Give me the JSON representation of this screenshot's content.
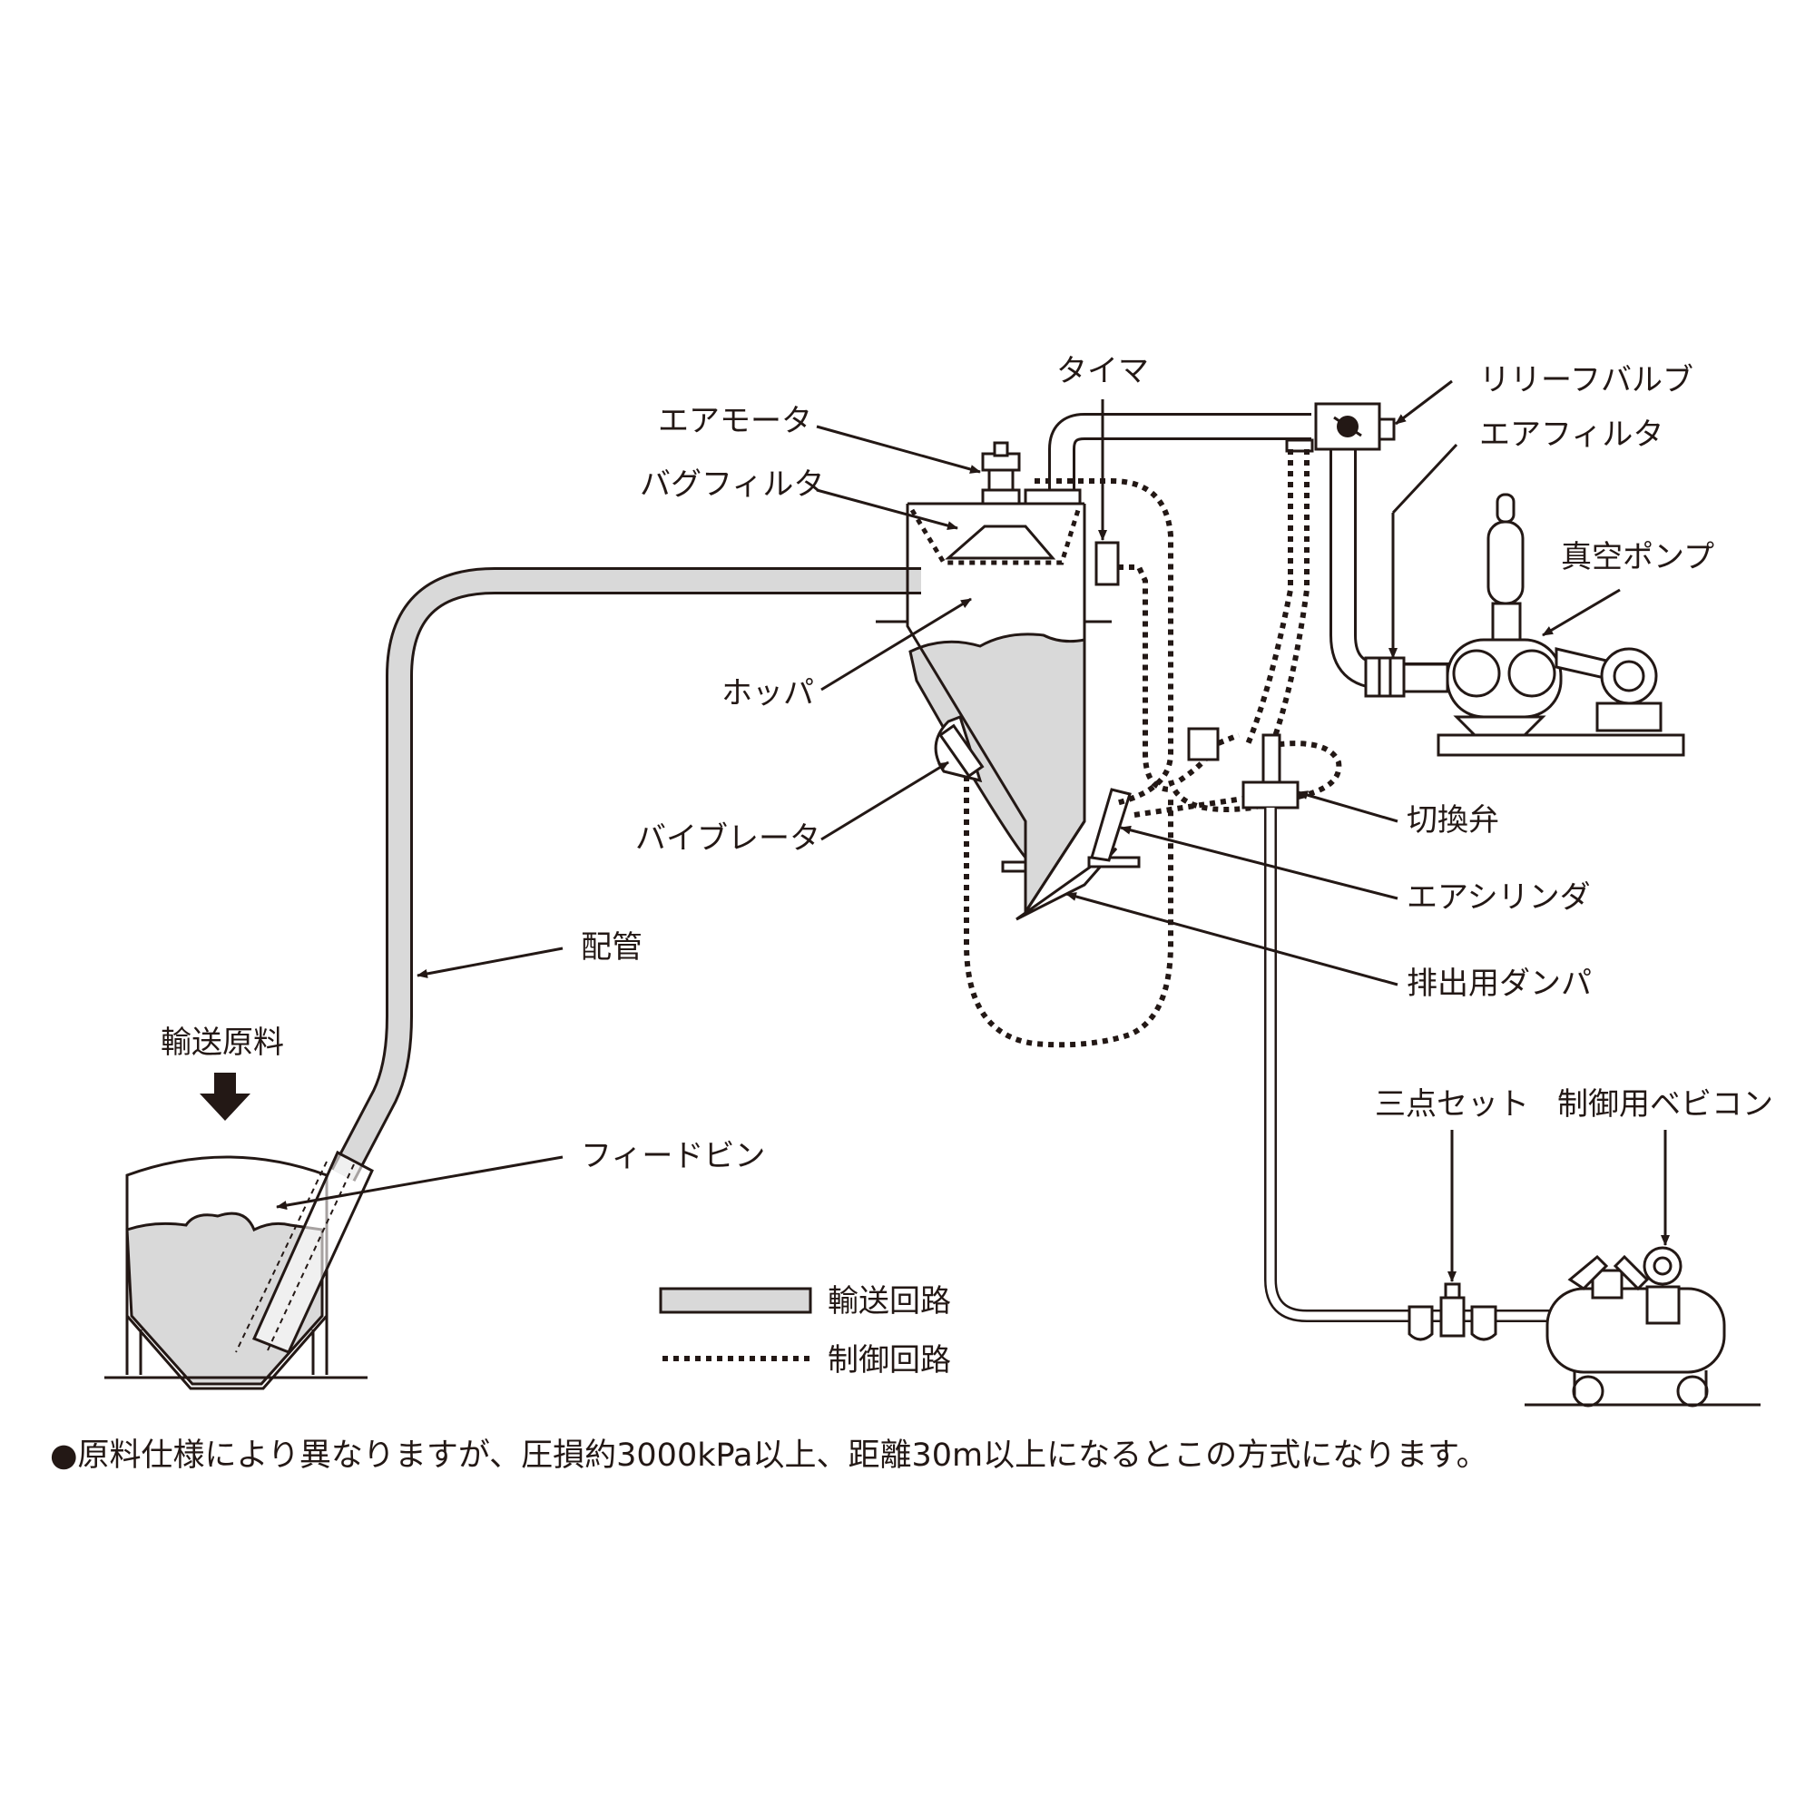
{
  "labels": {
    "timer": "タイマ",
    "relief_valve": "リリーフバルブ",
    "air_motor": "エアモータ",
    "air_filter": "エアフィルタ",
    "bag_filter": "バグフィルタ",
    "vacuum_pump": "真空ポンプ",
    "hopper": "ホッパ",
    "vibrator": "バイブレータ",
    "switch_valve": "切換弁",
    "air_cylinder": "エアシリンダ",
    "piping": "配管",
    "discharge_damper": "排出用ダンパ",
    "transport_material": "輸送原料",
    "three_point_set": "三点セット",
    "control_bebicon": "制御用ベビコン",
    "feed_bin": "フィードビン"
  },
  "legend": {
    "transport_circuit": "輸送回路",
    "control_circuit": "制御回路"
  },
  "footnote": "●原料仕様により異なりますが、圧損約3000kPa以上、距離30m以上になるとこの方式になります。",
  "colors": {
    "ink": "#231815",
    "pipe_fill": "#d9d9d9",
    "background": "#ffffff"
  }
}
